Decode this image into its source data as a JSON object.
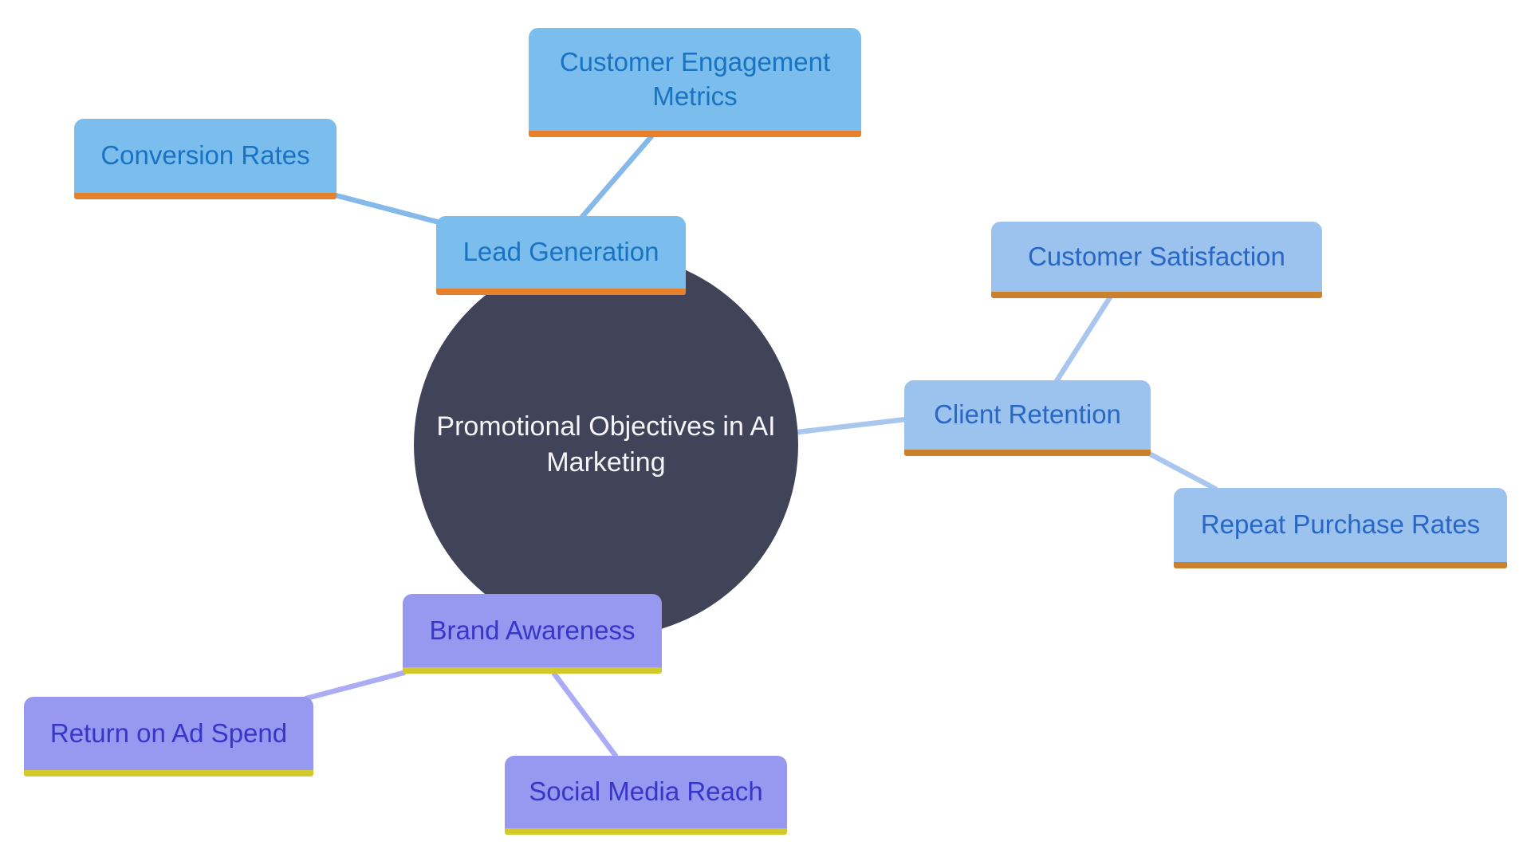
{
  "center": {
    "label": "Promotional Objectives in AI Marketing",
    "label_lines": [
      "Promotional Objectives in AI",
      "Marketing"
    ],
    "fill": "#414459",
    "text_color": "#f5f5f7"
  },
  "branches": [
    {
      "label": "Lead Generation",
      "fill": "#7bbeee",
      "text_color": "#1973c2",
      "underline_color": "#e87f2b",
      "connector_color": "#85b9e9",
      "children": [
        {
          "label": "Customer Engagement Metrics"
        },
        {
          "label": "Conversion Rates"
        }
      ]
    },
    {
      "label": "Client Retention",
      "fill": "#9cc2ee",
      "text_color": "#2767c5",
      "underline_color": "#cb802c",
      "connector_color": "#a9c7ee",
      "children": [
        {
          "label": "Customer Satisfaction"
        },
        {
          "label": "Repeat Purchase Rates"
        }
      ]
    },
    {
      "label": "Brand Awareness",
      "fill": "#9798f0",
      "text_color": "#3835c9",
      "underline_color": "#d2c92b",
      "connector_color": "#abacf5",
      "children": [
        {
          "label": "Return on Ad Spend"
        },
        {
          "label": "Social Media Reach"
        }
      ]
    }
  ]
}
